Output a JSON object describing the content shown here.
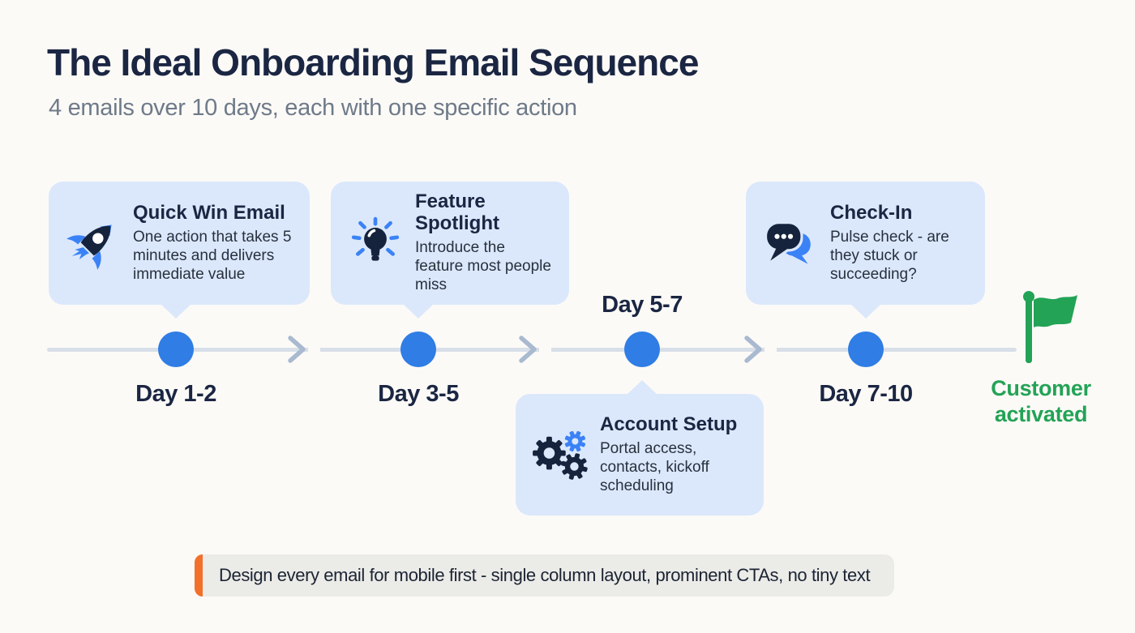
{
  "page": {
    "title": "The Ideal Onboarding Email Sequence",
    "subtitle": "4 emails over 10 days, each with one specific action"
  },
  "timeline": {
    "steps": [
      {
        "title": "Quick Win Email",
        "description": "One action that takes 5 minutes and delivers immediate value",
        "day_label": "Day 1-2",
        "icon": "rocket-icon",
        "card_position": "above"
      },
      {
        "title": "Feature Spotlight",
        "description": "Introduce the feature most people miss",
        "day_label": "Day 3-5",
        "icon": "lightbulb-icon",
        "card_position": "above"
      },
      {
        "title": "Account Setup",
        "description": "Portal access, contacts, kickoff scheduling",
        "day_label": "Day 5-7",
        "icon": "gears-icon",
        "card_position": "below"
      },
      {
        "title": "Check-In",
        "description": "Pulse check - are they stuck or succeeding?",
        "day_label": "Day 7-10",
        "icon": "chat-bubbles-icon",
        "card_position": "above"
      }
    ],
    "end_marker": {
      "icon": "flag-icon",
      "label": "Customer activated"
    }
  },
  "note": {
    "text": "Design every email for mobile first - single column layout, prominent CTAs, no tiny text"
  },
  "colors": {
    "background": "#fcfaf7",
    "card_bg": "#dbe8fb",
    "node_blue": "#2f7de5",
    "icon_navy": "#16233d",
    "icon_blue": "#3b82f6",
    "timeline_gray": "#d8dfe9",
    "arrow_gray": "#a9bad0",
    "success_green": "#23a356",
    "note_accent_orange": "#f2702a",
    "note_bg": "#ebebe8",
    "heading_navy": "#1a2642",
    "subtitle_gray": "#6e7a89"
  }
}
